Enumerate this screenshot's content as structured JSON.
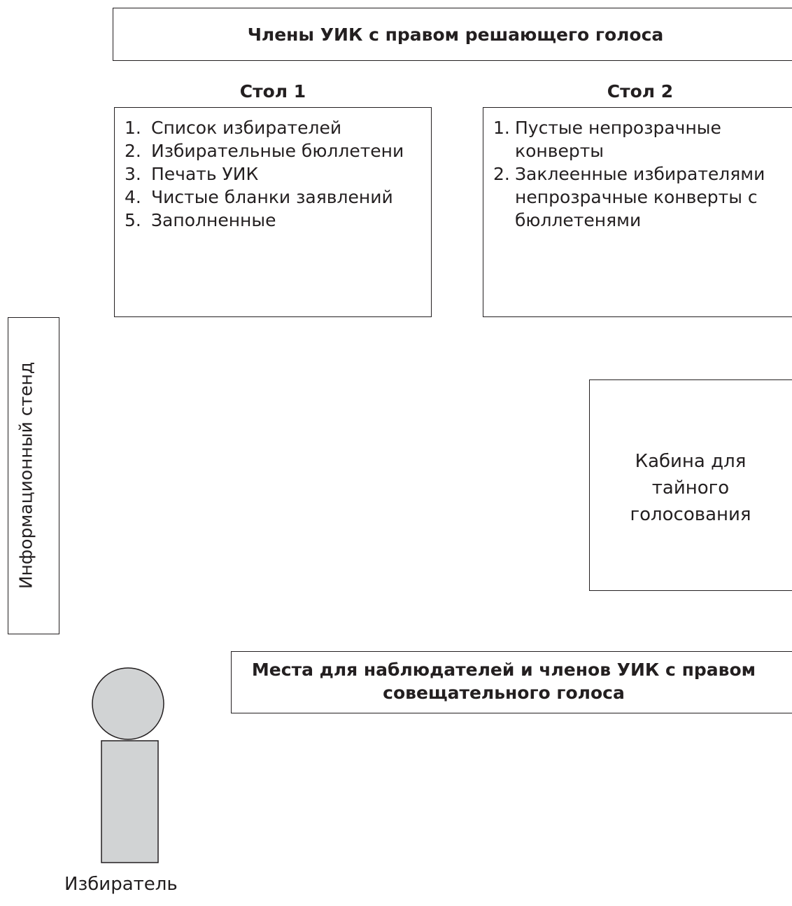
{
  "members_title": "Члены  УИК с правом решающего голоса",
  "table1": {
    "title": "Стол 1",
    "items": [
      {
        "num": "1.",
        "text": "Список избирателей"
      },
      {
        "num": "2.",
        "text": "Избирательные бюллетени"
      },
      {
        "num": "3.",
        "text": "Печать УИК"
      },
      {
        "num": "4.",
        "text": "Чистые бланки заявлений"
      },
      {
        "num": "5.",
        "text": "Заполненные"
      }
    ]
  },
  "table2": {
    "title": "Стол 2",
    "items": [
      {
        "num": "1.",
        "text": "Пустые непрозрачные конверты"
      },
      {
        "num": "2.",
        "text": "Заклеенные избирателями непрозрачные конверты с бюллетенями"
      }
    ]
  },
  "info_stand": "Информационный стенд",
  "booth": {
    "lines": [
      "Кабина для",
      "тайного",
      "голосования"
    ]
  },
  "observers": "Места для наблюдателей и членов УИК с правом совещательного голоса",
  "voter": "Избиратель",
  "colors": {
    "stroke": "#231f20",
    "figure_fill": "#d1d3d4"
  }
}
